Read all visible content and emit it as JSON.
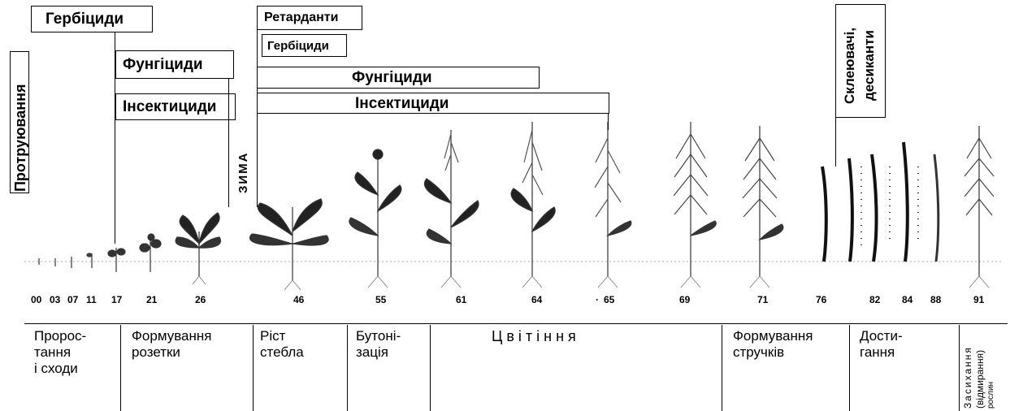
{
  "treatments": {
    "protruyuvannia": "Протруювання",
    "herbicides_autumn": "Гербіциди",
    "fungicides_autumn": "Фунгіциди",
    "insecticides_autumn": "Інсектициди",
    "winter": "ЗИМА",
    "retardants": "Ретарданти",
    "herbicides_spring": "Гербіциди",
    "fungicides_spring": "Фунгіциди",
    "insecticides_spring": "Інсектициди",
    "desiccants_line1": "Склеювачі,",
    "desiccants_line2": "десиканти"
  },
  "bbch_codes": [
    "00",
    "03",
    "07",
    "11",
    "17",
    "21",
    "26",
    "46",
    "55",
    "61",
    "64",
    "65",
    "69",
    "71",
    "76",
    "82",
    "84",
    "88",
    "91"
  ],
  "dot_mark": "·",
  "stages": {
    "emergence": "Пророс-\nтання\nі сходи",
    "rosette": "Формування\nрозетки",
    "stem": "Ріст\nстебла",
    "budding": "Бутоні-\nзація",
    "flowering": "Ц в і т і н н я",
    "pods": "Формування\nстручків",
    "ripening": "Дости-\nгання",
    "drying_1": "Засихання",
    "drying_2": "(відмирання)",
    "drying_3": "рослин"
  }
}
